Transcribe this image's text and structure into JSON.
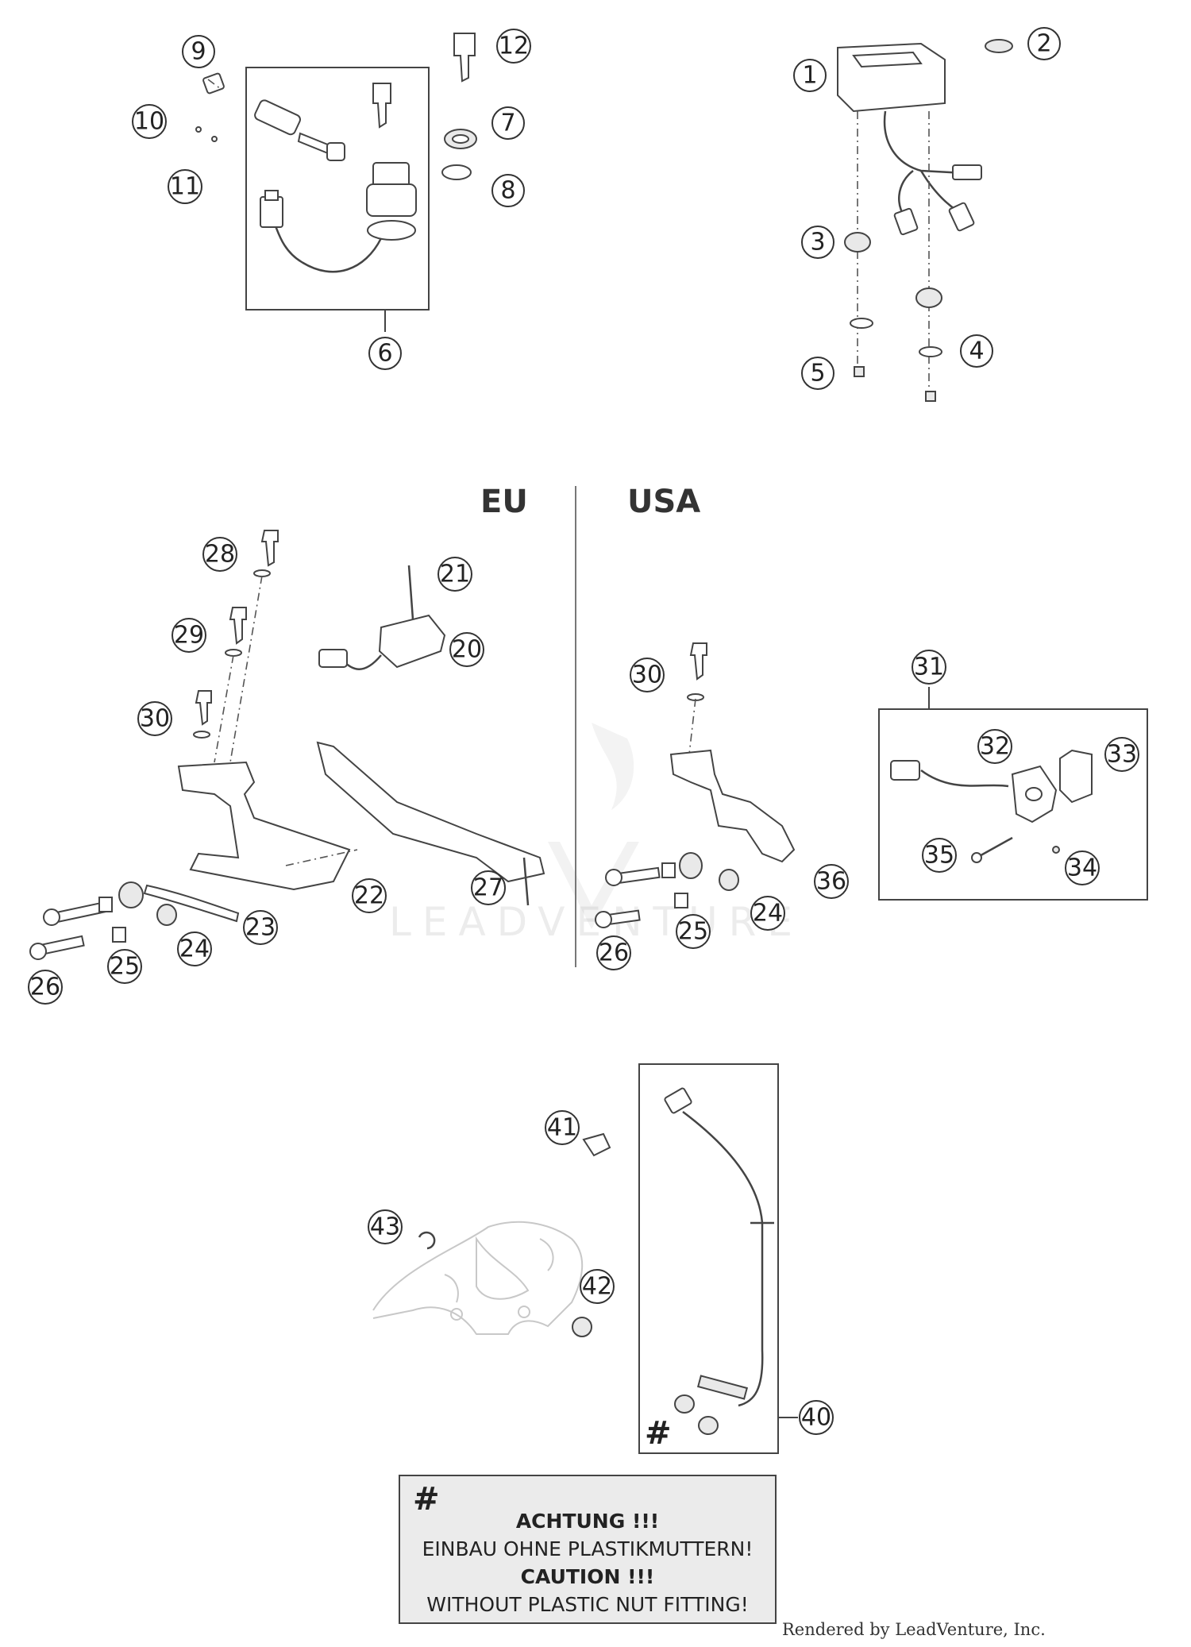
{
  "regions": {
    "eu": "EU",
    "usa": "USA"
  },
  "watermark": "LEADVENTURE",
  "callouts": [
    {
      "id": "c1",
      "label": "1"
    },
    {
      "id": "c2",
      "label": "2"
    },
    {
      "id": "c3",
      "label": "3"
    },
    {
      "id": "c4",
      "label": "4"
    },
    {
      "id": "c5",
      "label": "5"
    },
    {
      "id": "c6",
      "label": "6"
    },
    {
      "id": "c7",
      "label": "7"
    },
    {
      "id": "c8",
      "label": "8"
    },
    {
      "id": "c9",
      "label": "9"
    },
    {
      "id": "c10",
      "label": "10"
    },
    {
      "id": "c11",
      "label": "11"
    },
    {
      "id": "c12",
      "label": "12"
    },
    {
      "id": "c20",
      "label": "20"
    },
    {
      "id": "c21",
      "label": "21"
    },
    {
      "id": "c22",
      "label": "22"
    },
    {
      "id": "c23",
      "label": "23"
    },
    {
      "id": "c24a",
      "label": "24"
    },
    {
      "id": "c25a",
      "label": "25"
    },
    {
      "id": "c26a",
      "label": "26"
    },
    {
      "id": "c27",
      "label": "27"
    },
    {
      "id": "c28",
      "label": "28"
    },
    {
      "id": "c29",
      "label": "29"
    },
    {
      "id": "c30a",
      "label": "30"
    },
    {
      "id": "c30b",
      "label": "30"
    },
    {
      "id": "c24b",
      "label": "24"
    },
    {
      "id": "c25b",
      "label": "25"
    },
    {
      "id": "c26b",
      "label": "26"
    },
    {
      "id": "c36",
      "label": "36"
    },
    {
      "id": "c31",
      "label": "31"
    },
    {
      "id": "c32",
      "label": "32"
    },
    {
      "id": "c33",
      "label": "33"
    },
    {
      "id": "c34",
      "label": "34"
    },
    {
      "id": "c35",
      "label": "35"
    },
    {
      "id": "c40",
      "label": "40"
    },
    {
      "id": "c41",
      "label": "41"
    },
    {
      "id": "c42",
      "label": "42"
    },
    {
      "id": "c43",
      "label": "43"
    }
  ],
  "hash_mark": "#",
  "note": {
    "hash": "#",
    "line1": "ACHTUNG !!!",
    "line2": "EINBAU OHNE PLASTIKMUTTERN!",
    "line3": "CAUTION !!!",
    "line4": "WITHOUT PLASTIC NUT FITTING!"
  },
  "footer": "Rendered by LeadVenture, Inc."
}
